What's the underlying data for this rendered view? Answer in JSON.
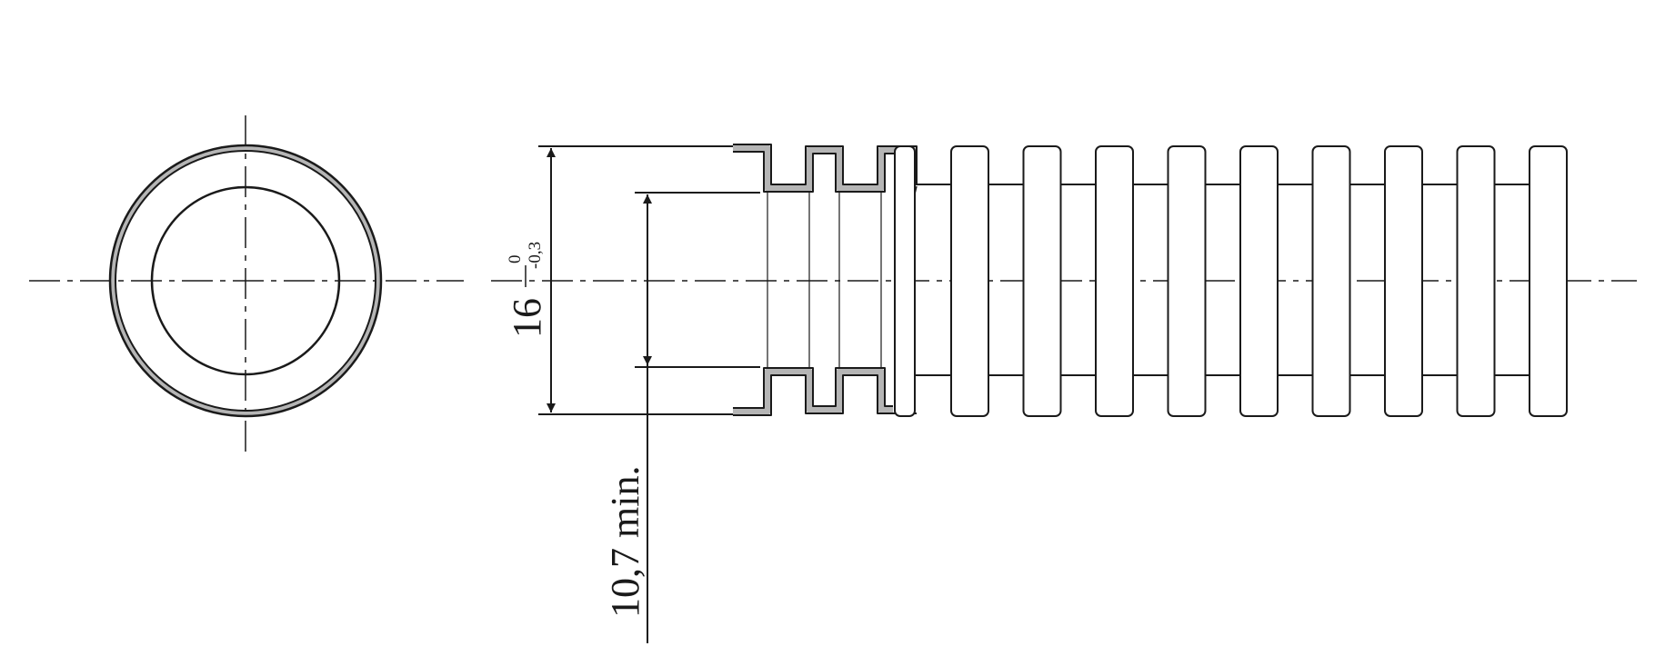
{
  "colors": {
    "line": "#1a1a1a",
    "wall_fill": "#b5b5b5",
    "background": "#ffffff"
  },
  "dimensions": {
    "outer_diameter": {
      "value": "16",
      "tolerance_upper": "0",
      "tolerance_lower": "-0,3"
    },
    "inner_diameter": {
      "label": "10,7 min."
    }
  }
}
